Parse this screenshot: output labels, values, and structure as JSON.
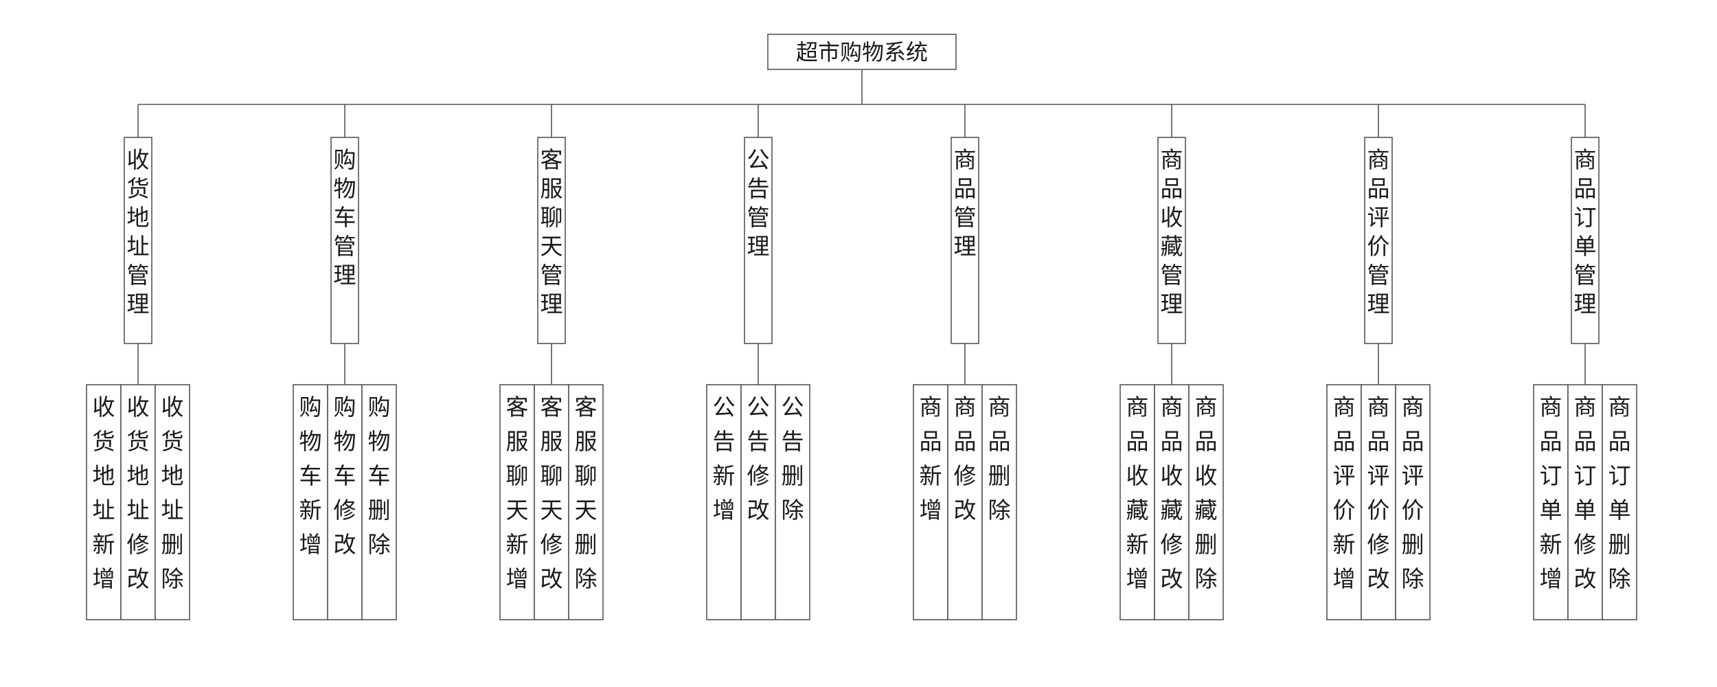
{
  "root": {
    "label": "超市购物系统"
  },
  "modules": [
    {
      "label": "收货地址管理",
      "children": [
        "收货地址新增",
        "收货地址修改",
        "收货地址删除"
      ]
    },
    {
      "label": "购物车管理",
      "children": [
        "购物车新增",
        "购物车修改",
        "购物车删除"
      ]
    },
    {
      "label": "客服聊天管理",
      "children": [
        "客服聊天新增",
        "客服聊天修改",
        "客服聊天删除"
      ]
    },
    {
      "label": "公告管理",
      "children": [
        "公告新增",
        "公告修改",
        "公告删除"
      ]
    },
    {
      "label": "商品管理",
      "children": [
        "商品新增",
        "商品修改",
        "商品删除"
      ]
    },
    {
      "label": "商品收藏管理",
      "children": [
        "商品收藏新增",
        "商品收藏修改",
        "商品收藏删除"
      ]
    },
    {
      "label": "商品评价管理",
      "children": [
        "商品评价新增",
        "商品评价修改",
        "商品评价删除"
      ]
    },
    {
      "label": "商品订单管理",
      "children": [
        "商品订单新增",
        "商品订单修改",
        "商品订单删除"
      ]
    }
  ],
  "colors": {
    "line": "#555555",
    "text": "#1a1a1a",
    "box_fill": "#ffffff"
  }
}
